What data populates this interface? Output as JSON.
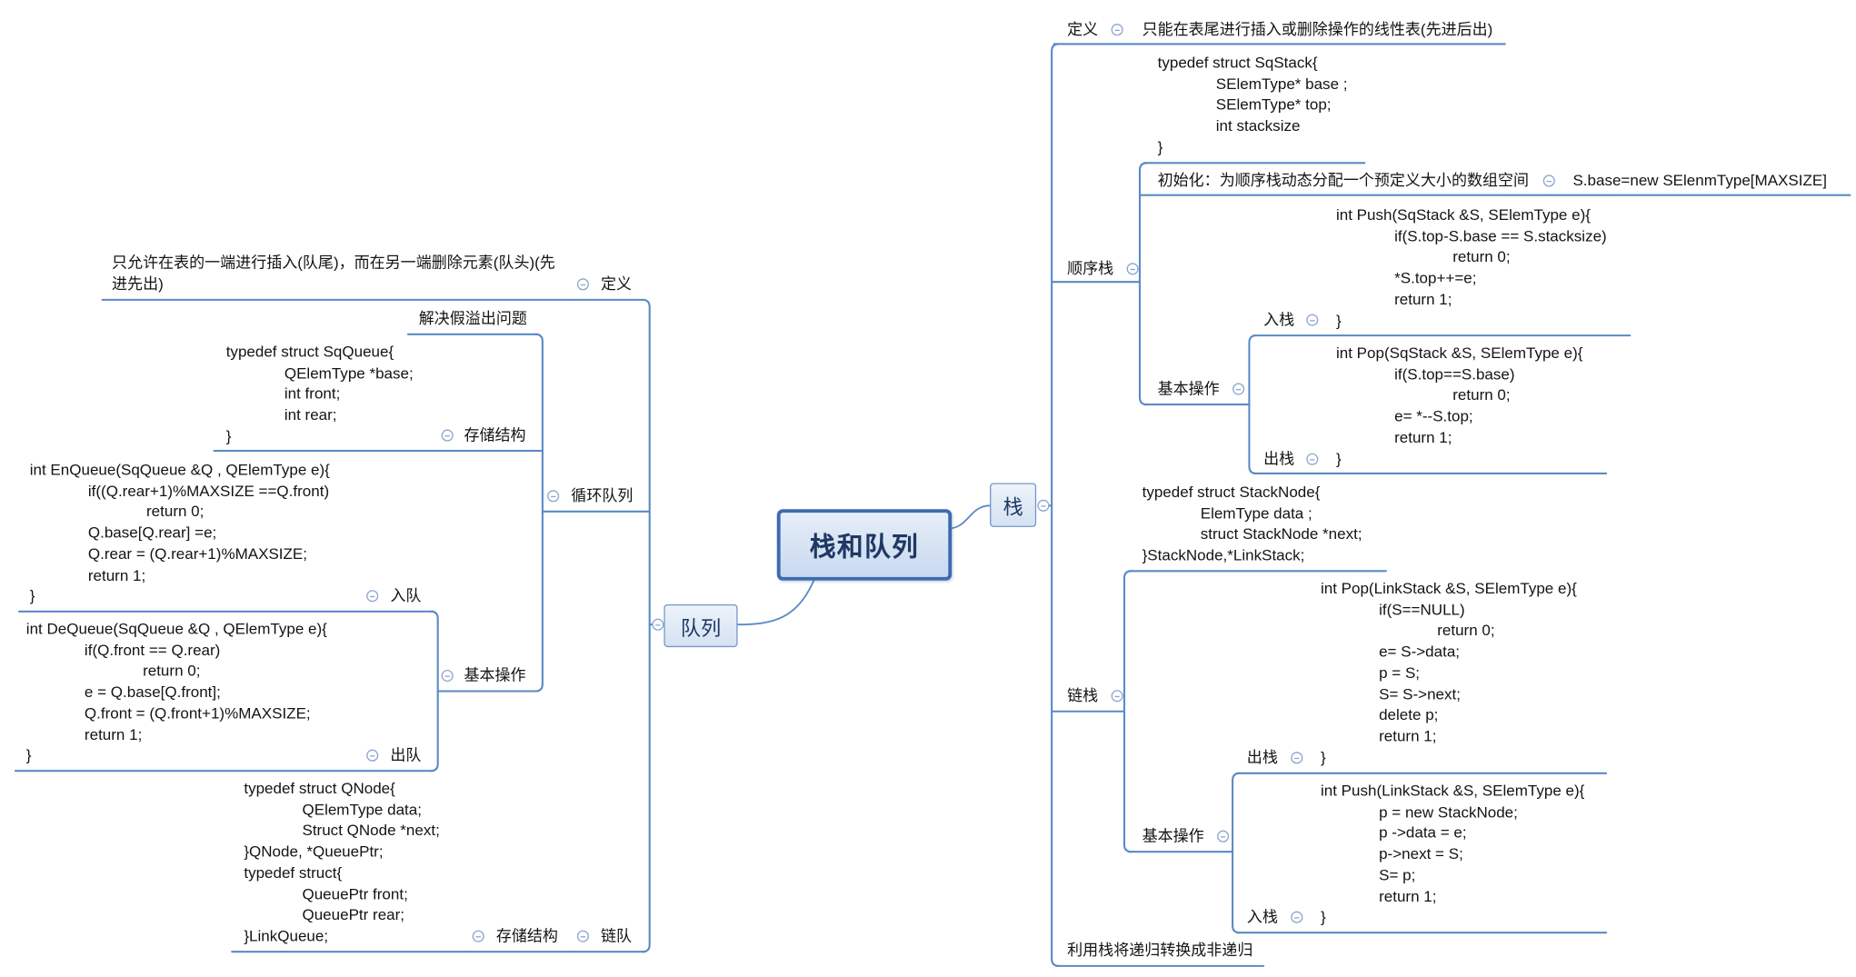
{
  "colors": {
    "branch_line": "#5a8ac6",
    "central_border": "#3c6bb0",
    "central_text": "#1f3864",
    "main_topic_border": "#7395c9",
    "toggle": "#8ca6cf"
  },
  "mindmap": {
    "central_topic": "栈和队列",
    "stack": {
      "label": "栈",
      "definition": {
        "label": "定义",
        "text": "只能在表尾进行插入或删除操作的线性表(先进后出)"
      },
      "sequential_stack": {
        "label": "顺序栈",
        "struct_code": [
          "typedef struct SqStack{",
          "\tSElemType* base ;",
          "\tSElemType* top;",
          "\tint stacksize",
          "}"
        ],
        "init": {
          "label": "初始化：为顺序栈动态分配一个预定义大小的数组空间",
          "code": "S.base=new SElenmType[MAXSIZE]"
        },
        "operations": {
          "label": "基本操作",
          "push": {
            "label": "入栈",
            "code": [
              "int Push(SqStack &S, SElemType e){",
              "\tif(S.top-S.base == S.stacksize)",
              "\t\treturn 0;",
              "\t*S.top++=e;",
              "\treturn 1;",
              "}"
            ]
          },
          "pop": {
            "label": "出栈",
            "code": [
              "int Pop(SqStack &S, SElemType e){",
              "\tif(S.top==S.base)",
              "\t\treturn 0;",
              "\te= *--S.top;",
              "\treturn 1;",
              "}"
            ]
          }
        }
      },
      "linked_stack": {
        "label": "链栈",
        "struct_code": [
          "typedef struct StackNode{",
          "\tElemType data ;",
          "\tstruct StackNode *next;",
          "}StackNode,*LinkStack;"
        ],
        "operations": {
          "label": "基本操作",
          "pop": {
            "label": "出栈",
            "code": [
              "int Pop(LinkStack &S, SElemType e){",
              "\tif(S==NULL)",
              "\t\treturn 0;",
              "\te= S->data;",
              "\tp = S;",
              "\tS= S->next;",
              "\tdelete p;",
              "\treturn 1;",
              "}"
            ]
          },
          "push": {
            "label": "入栈",
            "code": [
              "int Push(LinkStack &S, SElemType e){",
              "\tp = new StackNode;",
              "\tp ->data = e;",
              "\tp->next = S;",
              "\tS= p;",
              "\treturn 1;",
              "}"
            ]
          }
        }
      },
      "recursion": "利用栈将递归转换成非递归"
    },
    "queue": {
      "label": "队列",
      "definition": {
        "label": "定义",
        "text": "只允许在表的一端进行插入(队尾)，而在另一端删除元素(队头)(先进先出)"
      },
      "circular_queue": {
        "label": "循环队列",
        "false_overflow": "解决假溢出问题",
        "storage": {
          "label": "存储结构",
          "code": [
            "typedef struct SqQueue{",
            "\tQElemType *base;",
            "\tint front;",
            "\tint rear;",
            "}"
          ]
        },
        "operations": {
          "label": "基本操作",
          "enqueue": {
            "label": "入队",
            "code": [
              "int EnQueue(SqQueue &Q , QElemType e){",
              "\tif((Q.rear+1)%MAXSIZE ==Q.front)",
              "\t\treturn 0;",
              "\tQ.base[Q.rear] =e;",
              "\tQ.rear = (Q.rear+1)%MAXSIZE;",
              "\treturn 1;",
              "}"
            ]
          },
          "dequeue": {
            "label": "出队",
            "code": [
              "int DeQueue(SqQueue &Q , QElemType e){",
              "\tif(Q.front == Q.rear)",
              "\t\treturn 0;",
              "\te = Q.base[Q.front];",
              "\tQ.front = (Q.front+1)%MAXSIZE;",
              "\treturn 1;",
              "}"
            ]
          }
        }
      },
      "linked_queue": {
        "label": "链队",
        "storage": {
          "label": "存储结构",
          "code": [
            "typedef struct QNode{",
            "\tQElemType data;",
            "\tStruct QNode *next;",
            "}QNode, *QueuePtr;",
            "typedef struct{",
            "\tQueuePtr front;",
            "\tQueuePtr rear;",
            "}LinkQueue;"
          ]
        }
      }
    }
  }
}
